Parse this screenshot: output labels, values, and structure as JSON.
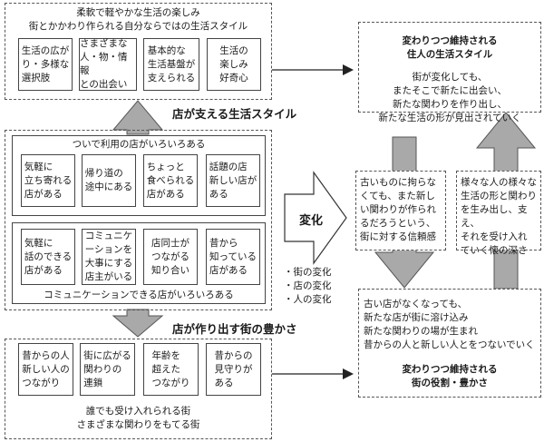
{
  "top_group": {
    "header": "柔軟で軽やかな生活の楽しみ\n街とかかわり作られる自分ならではの生活スタイル",
    "cells": [
      "生活の広が\nり・多様な\n選択肢",
      "さまざまな\n人・物・情報\nとの出会い",
      "基本的な\n生活基盤が\n支えられる",
      "生活の\n楽しみ\n好奇心"
    ]
  },
  "arrow_label_1": "店が支える生活スタイル",
  "middle_group": {
    "upper_title": "ついで利用の店がいろいろある",
    "upper_cells": [
      "気軽に\n立ち寄れる\n店がある",
      "帰り道の\n途中にある",
      "ちょっと\n食べられる\n店がある",
      "話題の店\n新しい店が\nある"
    ],
    "lower_cells": [
      "気軽に\n話のできる\n店がある",
      "コミュニケ\nーションを\n大事にする\n店主がいる",
      "店同士が\nつながる\n知り合い",
      "昔から\n知っている\n店がある"
    ],
    "lower_title": "コミュニケーションできる店がいろいろある"
  },
  "arrow_label_2": "店が作り出す街の豊かさ",
  "bottom_group": {
    "cells": [
      "昔からの人\n新しい人の\nつながり",
      "街に広がる\n関わりの\n連鎖",
      "年齢を\n超えた\nつながり",
      "昔からの\n見守りが\nある"
    ],
    "footer": "誰でも受け入れられる街\nさまざまな関わりをもてる街"
  },
  "change": {
    "label": "変化",
    "items": "・街の変化\n・店の変化\n・人の変化"
  },
  "right_top": {
    "title": "変わりつつ維持される\n住人の生活スタイル",
    "body": "街が変化しても、\nまたそこで新たに出会い、\n新たな関わりを作り出し、\n新たな生活の形が見出されていく"
  },
  "right_middle": {
    "left_text": "古いものに拘らな\nくても、また新し\nい関わりが作られ\nるだろうという、\n街に対する信頼感",
    "right_text": "様々な人の様々な\n生活の形と関わり\nを生み出し、支え、\nそれを受け入れ\nていく懐の深さ"
  },
  "right_bottom": {
    "body": "古い店がなくなっても、\n新たな店が街に溶け込み\n新たな関わりの場が生まれ\n昔からの人と新しい人とをつないでいく",
    "title": "変わりつつ維持される\n街の役割・豊かさ"
  },
  "colors": {
    "arrow_fill": "#a9a9a9",
    "border": "#444444",
    "background": "#ffffff"
  }
}
